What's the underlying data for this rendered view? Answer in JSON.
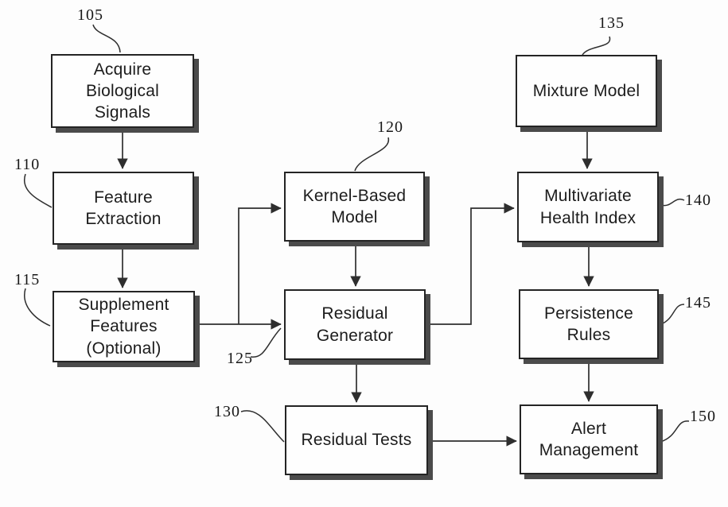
{
  "diagram": {
    "type": "flowchart",
    "style": {
      "background_color": "#fdfdfd",
      "line_color": "#2e2e2e",
      "box_fill": "#fefefe",
      "box_border_color": "#242424",
      "box_shadow_color": "#4b4b4b",
      "text_color": "#1c1c1c"
    },
    "nodes": [
      {
        "id": "acquire-biological-signals",
        "ref": "105",
        "label": "Acquire\nBiological\nSignals"
      },
      {
        "id": "feature-extraction",
        "ref": "110",
        "label": "Feature\nExtraction"
      },
      {
        "id": "supplement-features",
        "ref": "115",
        "label": "Supplement\nFeatures\n(Optional)"
      },
      {
        "id": "kernel-based-model",
        "ref": "120",
        "label": "Kernel-Based\nModel"
      },
      {
        "id": "residual-generator",
        "ref": "125",
        "label": "Residual\nGenerator"
      },
      {
        "id": "residual-tests",
        "ref": "130",
        "label": "Residual Tests"
      },
      {
        "id": "mixture-model",
        "ref": "135",
        "label": "Mixture Model"
      },
      {
        "id": "multivariate-health-index",
        "ref": "140",
        "label": "Multivariate\nHealth Index"
      },
      {
        "id": "persistence-rules",
        "ref": "145",
        "label": "Persistence\nRules"
      },
      {
        "id": "alert-management",
        "ref": "150",
        "label": "Alert\nManagement"
      }
    ],
    "edges": [
      {
        "from": "105",
        "to": "110"
      },
      {
        "from": "110",
        "to": "115"
      },
      {
        "from": "115",
        "to": "125"
      },
      {
        "from": "115",
        "to": "120"
      },
      {
        "from": "120",
        "to": "125"
      },
      {
        "from": "125",
        "to": "130"
      },
      {
        "from": "125",
        "to": "140"
      },
      {
        "from": "135",
        "to": "140"
      },
      {
        "from": "140",
        "to": "145"
      },
      {
        "from": "145",
        "to": "150"
      },
      {
        "from": "130",
        "to": "150"
      }
    ]
  }
}
